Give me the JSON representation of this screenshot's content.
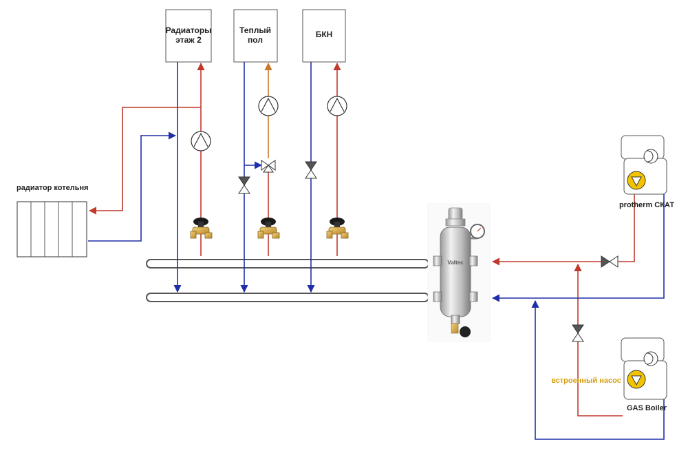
{
  "consumers": [
    {
      "line1": "Радиаторы",
      "line2": "этаж 2"
    },
    {
      "line1": "Теплый",
      "line2": "пол"
    },
    {
      "line1": "БКН",
      "line2": ""
    }
  ],
  "radiator_label": "радиатор котельня",
  "boilers": [
    {
      "label": "protherm СКАТ"
    },
    {
      "label": "GAS Boiler"
    }
  ],
  "builtin_pump_label": "встроенный насос",
  "separator_brand": "Valtec",
  "colors": {
    "supply": "#c0392b",
    "return": "#1f2fa8",
    "mixed": "#c8782a",
    "builtin_label": "#d4a017",
    "pipe_outline": "#555555",
    "pump_yellow": "#f2c400"
  }
}
